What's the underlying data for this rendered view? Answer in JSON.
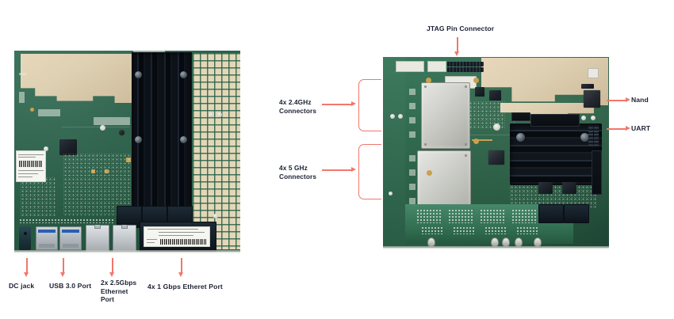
{
  "figure": {
    "background_color": "#ffffff",
    "annotation_color": "#f3766c",
    "text_color": "#1b2133"
  },
  "left_board": {
    "name": "left-board-port-view",
    "callouts": [
      {
        "id": "dc-jack",
        "label": "DC jack",
        "direction": "down"
      },
      {
        "id": "usb30",
        "label": "USB 3.0 Port",
        "direction": "down"
      },
      {
        "id": "eth-2p5g",
        "label": "2x 2.5Gbps\nEthernet\nPort",
        "direction": "down"
      },
      {
        "id": "eth-1g",
        "label": "4x 1 Gbps Etheret Port",
        "direction": "down"
      }
    ]
  },
  "right_board": {
    "name": "right-board-top-view",
    "callouts": [
      {
        "id": "jtag",
        "label": "JTAG Pin Connector",
        "direction": "down"
      },
      {
        "id": "wifi24",
        "label": "4x 2.4GHz\nConnectors",
        "direction": "right"
      },
      {
        "id": "wifi5",
        "label": "4x 5 GHz\nConnectors",
        "direction": "right"
      },
      {
        "id": "nand",
        "label": "Nand",
        "direction": "right"
      },
      {
        "id": "uart",
        "label": "UART",
        "direction": "right"
      }
    ]
  }
}
